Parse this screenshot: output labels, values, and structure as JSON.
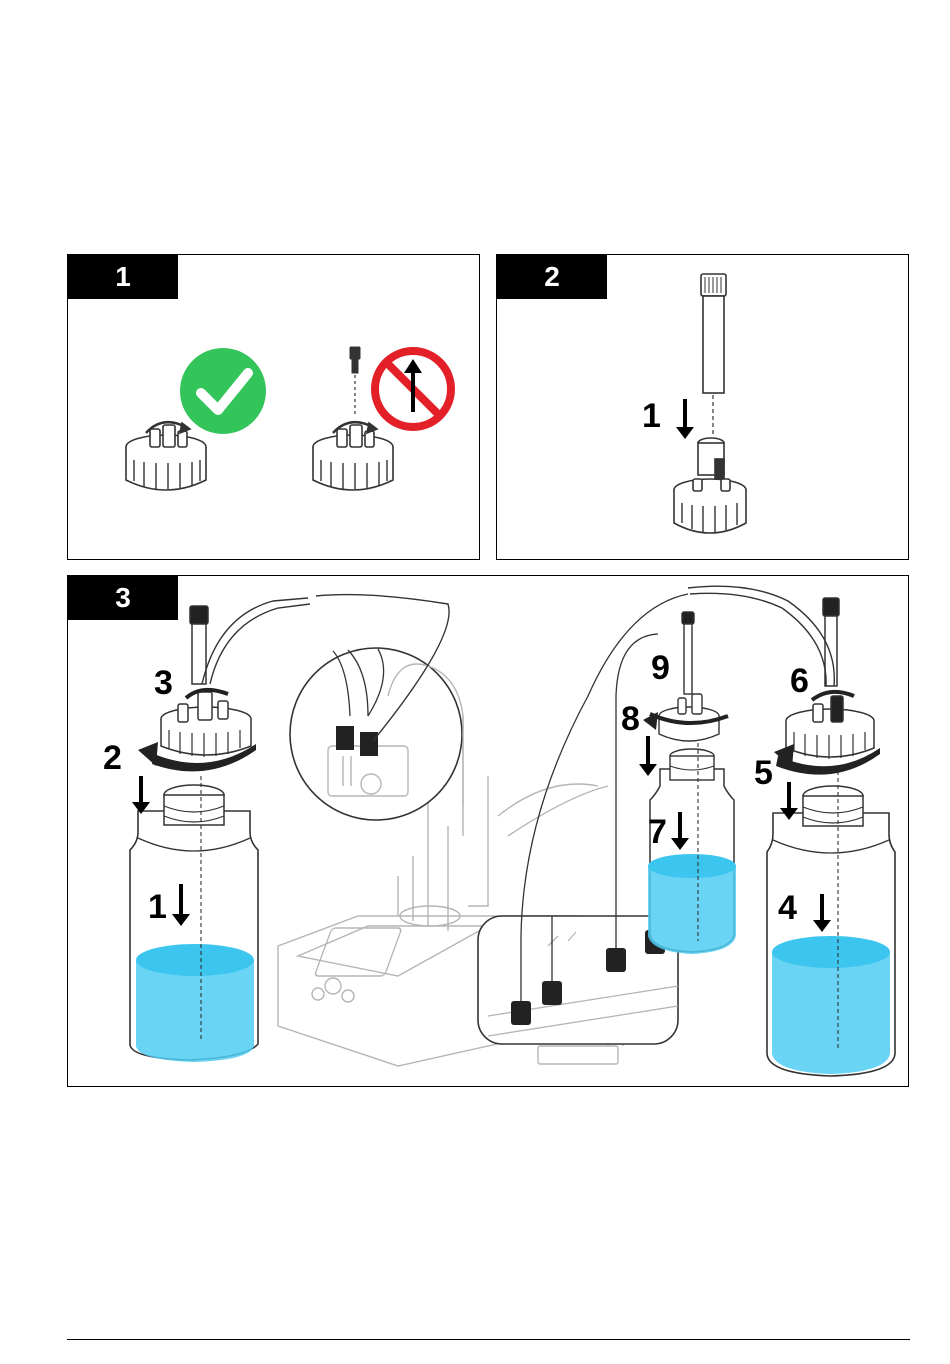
{
  "panels": [
    {
      "label": "1"
    },
    {
      "label": "2"
    },
    {
      "label": "3"
    }
  ],
  "panel2": {
    "step_label": "1"
  },
  "panel3": {
    "steps": [
      "1",
      "2",
      "3",
      "4",
      "5",
      "6",
      "7",
      "8",
      "9"
    ]
  },
  "colors": {
    "liquid": "#4fcdf2",
    "liquid_top": "#3cc6ef",
    "check_green": "#33c45a",
    "prohibit_red": "#e32028",
    "line": "#333333",
    "faint": "#b5b5b5"
  }
}
